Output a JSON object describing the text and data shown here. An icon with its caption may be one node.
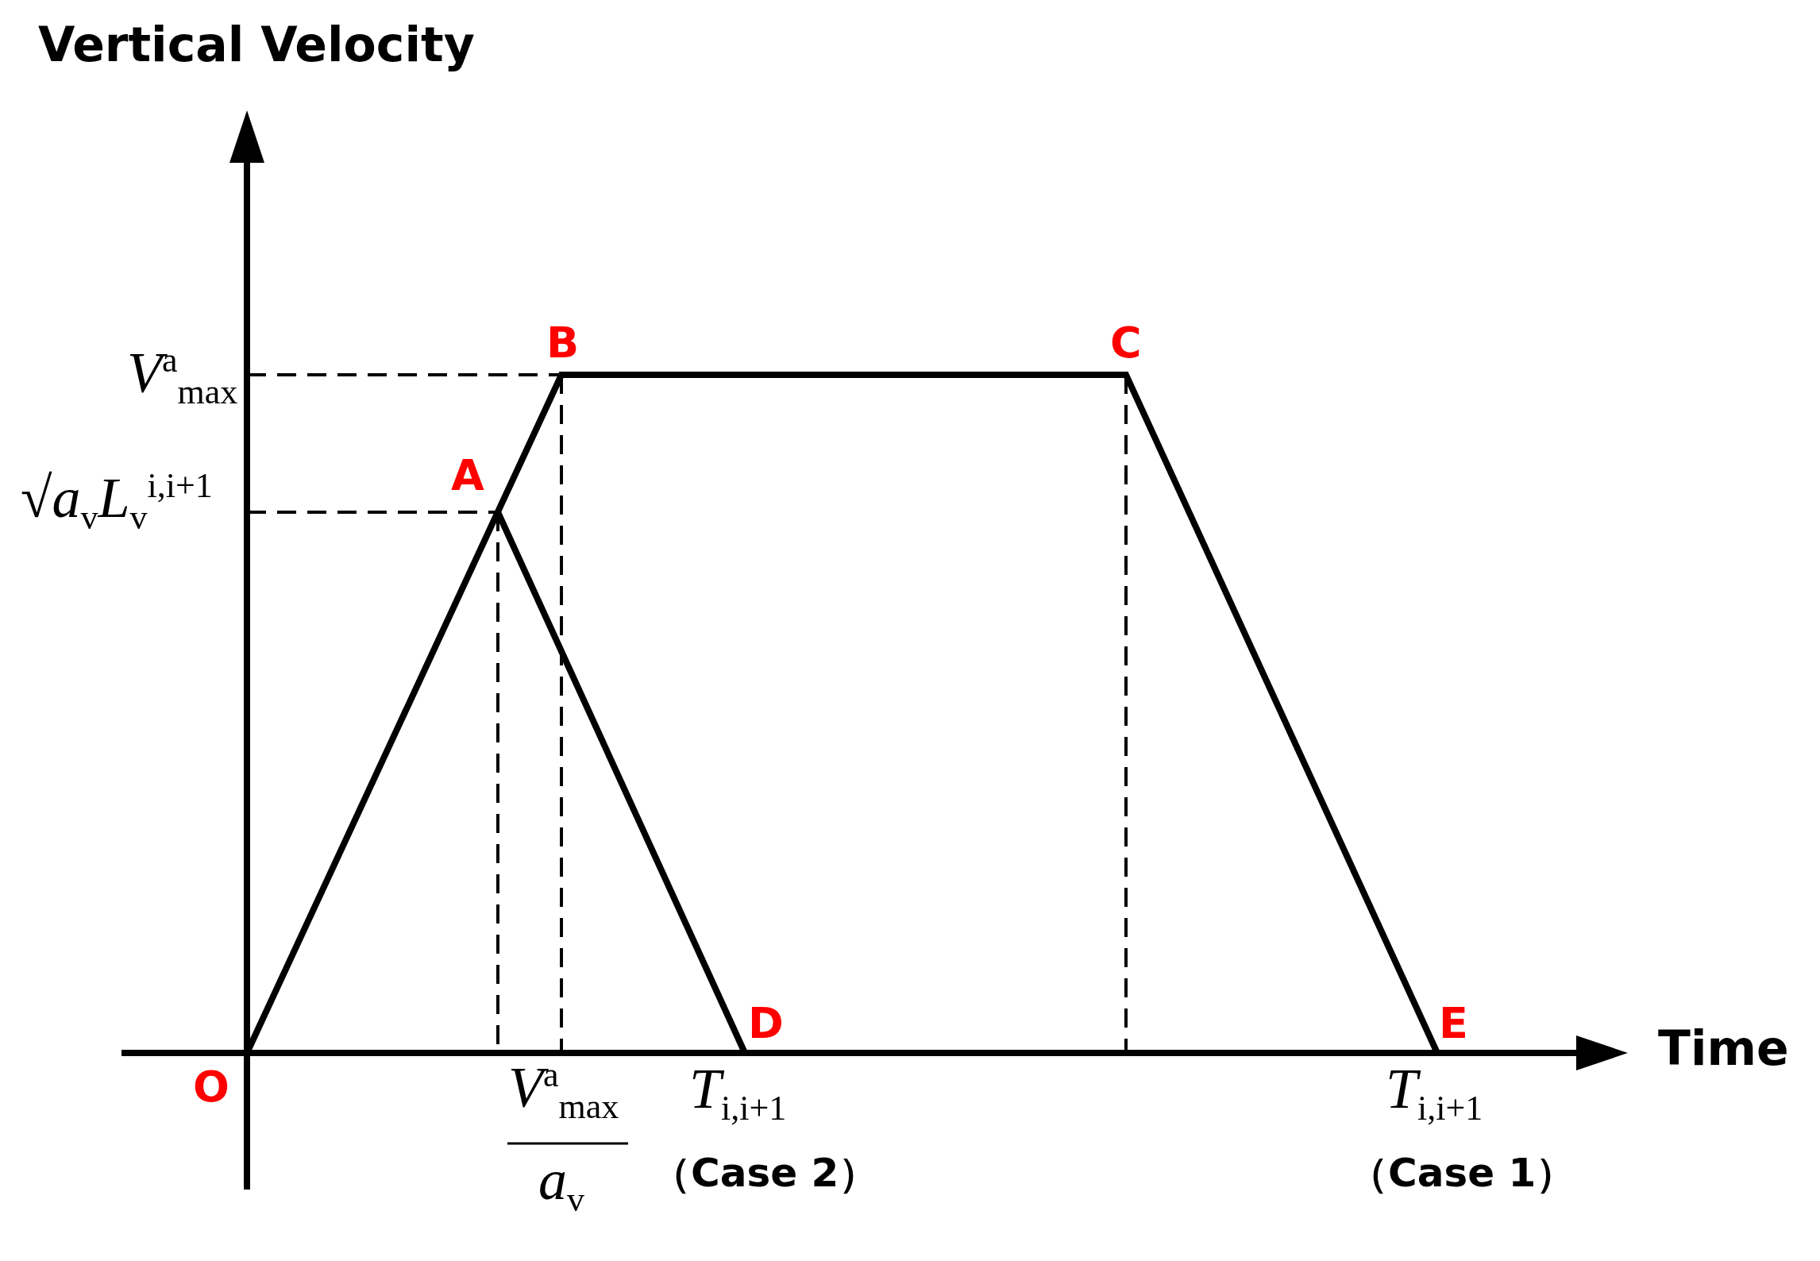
{
  "diagram": {
    "labels": [
      "Vertical Velocity",
      "B",
      "C",
      "*V*$^{a}$$_{max}$",
      "A",
      "√*a*$_{v}$*L*$_{v}$$^{i,i+1}$",
      "D",
      "E",
      "Time",
      "O",
      "*V*$^{a}$$_{max}$",
      "*a*$_{v}$",
      "*T*$_{i,i+1}$",
      "（Case 2）",
      "*T*$_{i,i+1}$",
      "（Case 1）"
    ]
  }
}
